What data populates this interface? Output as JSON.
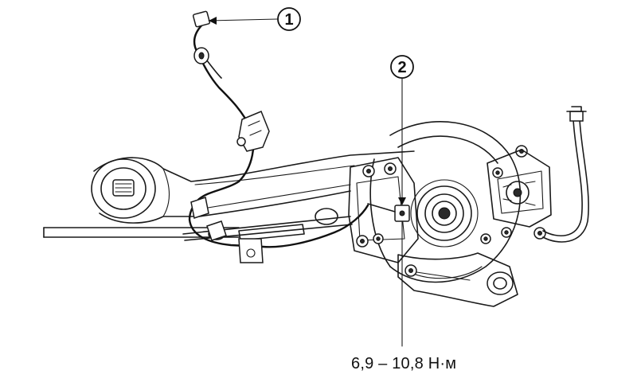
{
  "callouts": [
    {
      "number": "1",
      "target": "wheel-speed-sensor-connector"
    },
    {
      "number": "2",
      "target": "sensor-mounting-bolt"
    }
  ],
  "torque_spec": "6,9 – 10,8 Н·м"
}
